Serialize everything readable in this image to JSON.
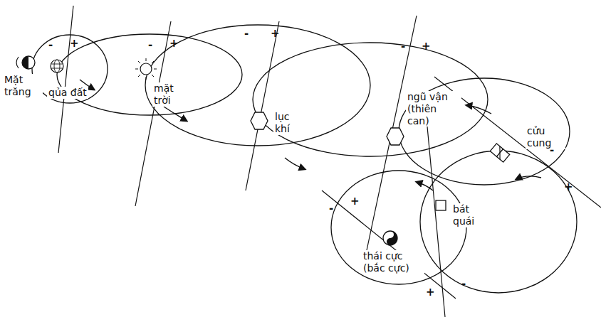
{
  "diagram": {
    "labels": [
      "-",
      "+",
      "-",
      "+",
      "-",
      "+",
      "-",
      "+",
      "Mặt trăng",
      "qủa đất",
      "mặt trời",
      "lục khí",
      "ngũ vận (thiên can)",
      "cửu cung",
      "-",
      "+",
      "-",
      "+",
      "bát quái",
      "+",
      "-",
      "thái cực (bắc cực)"
    ]
  }
}
